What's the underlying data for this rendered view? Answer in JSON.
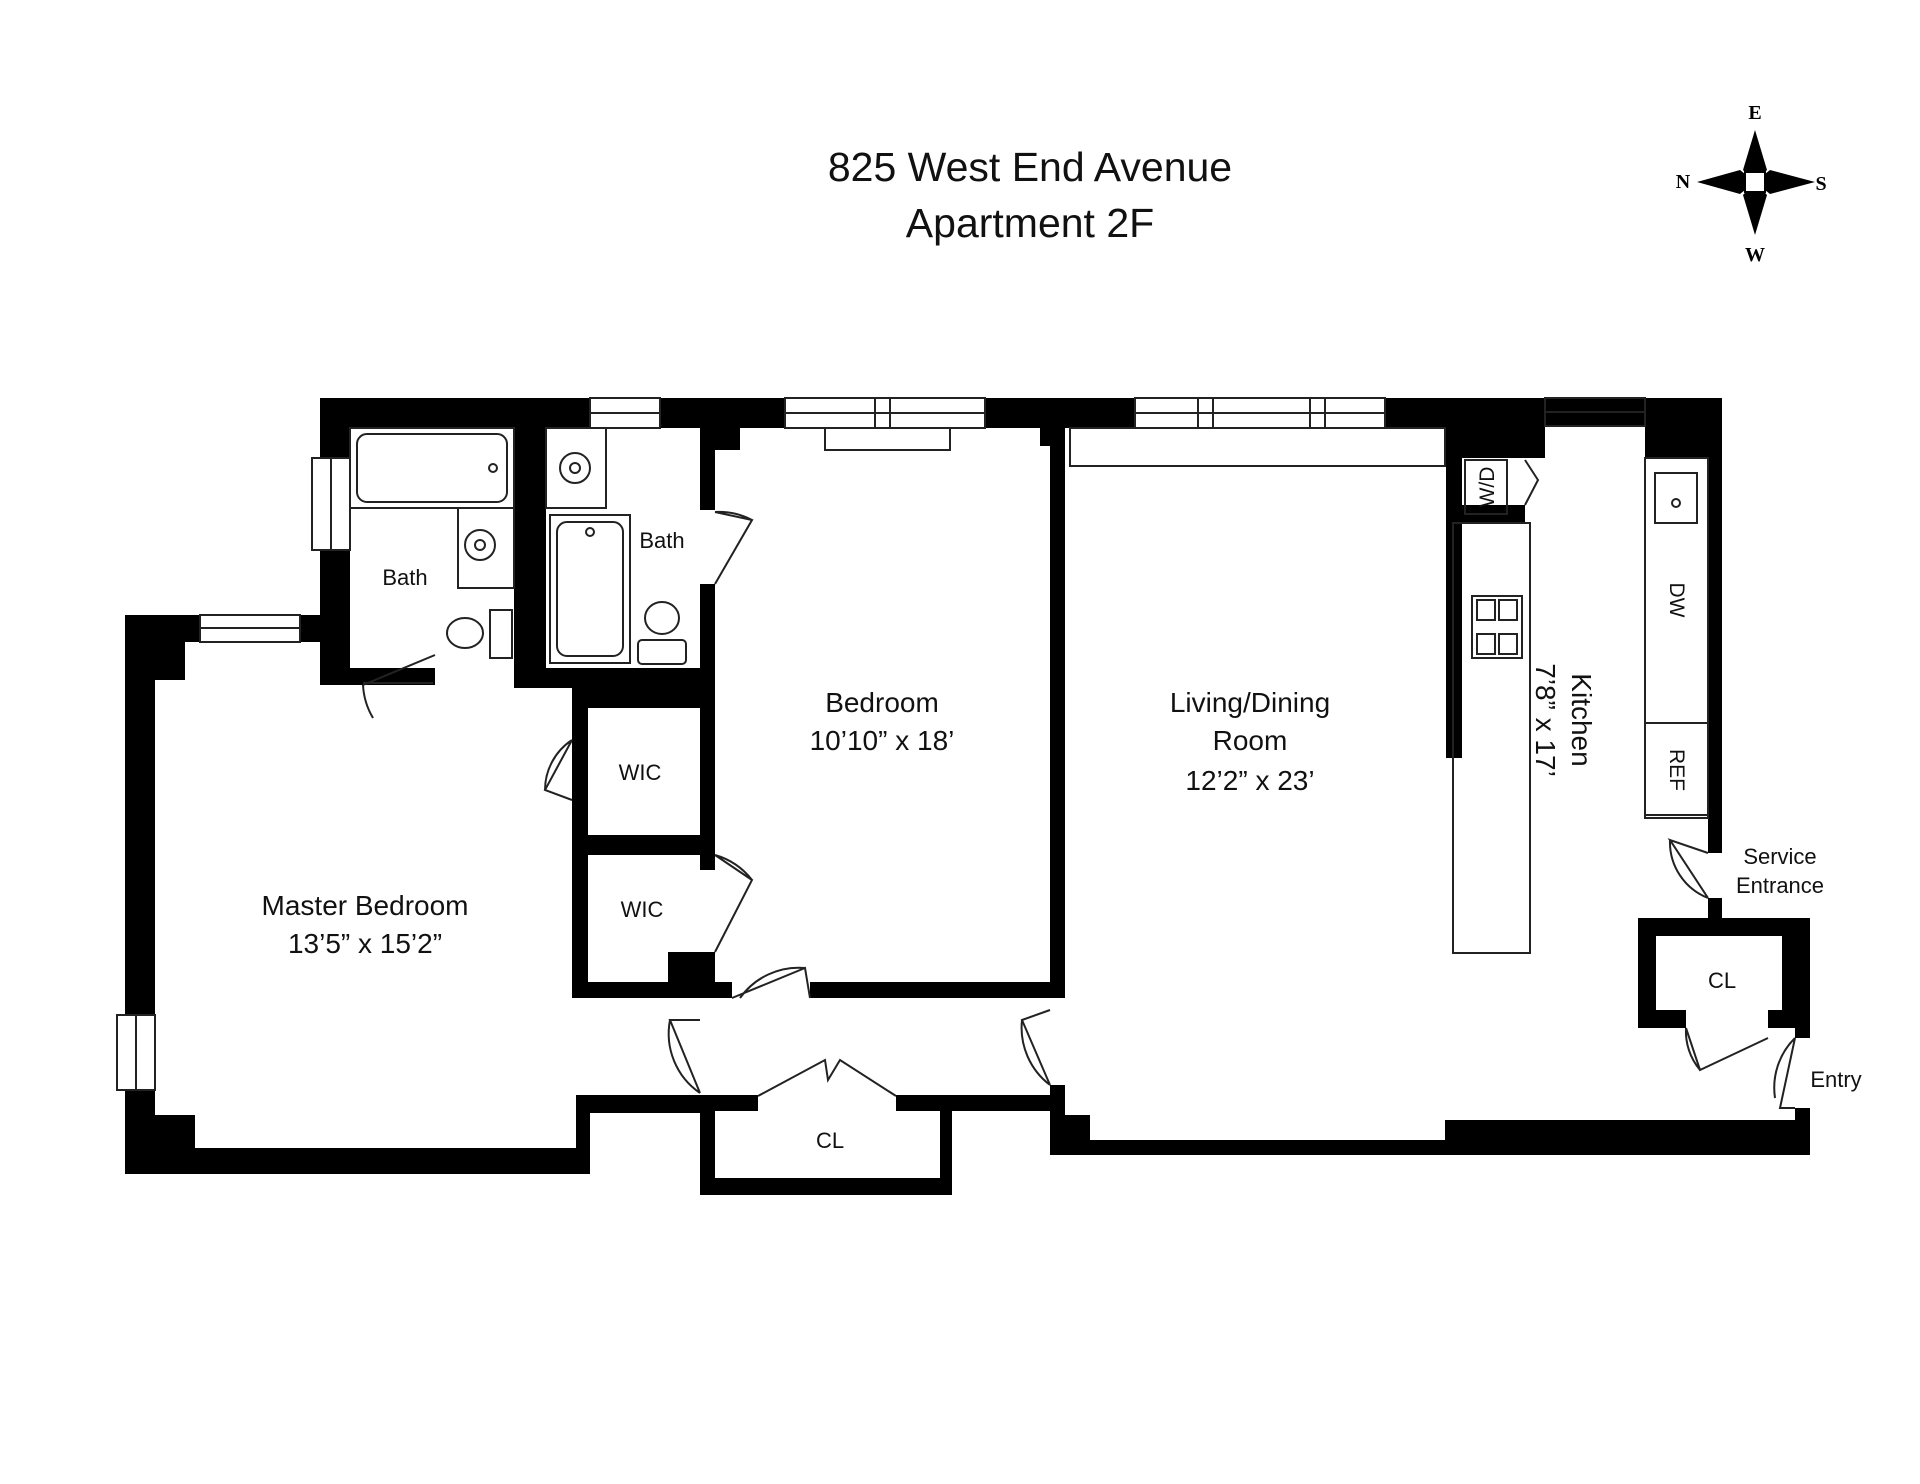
{
  "header": {
    "address": "825 West End Avenue",
    "unit": "Apartment 2F"
  },
  "compass": {
    "north": "N",
    "east": "E",
    "south": "S",
    "west": "W"
  },
  "rooms": {
    "master_bedroom": {
      "name": "Master Bedroom",
      "dims": "13’5” x 15’2”"
    },
    "bedroom": {
      "name": "Bedroom",
      "dims": "10’10” x 18’"
    },
    "living": {
      "name_line1": "Living/Dining",
      "name_line2": "Room",
      "dims": "12’2” x 23’"
    },
    "kitchen": {
      "name": "Kitchen",
      "dims": "7’8” x 17’"
    },
    "bath_1": {
      "name": "Bath"
    },
    "bath_2": {
      "name": "Bath"
    },
    "wic_1": {
      "name": "WIC"
    },
    "wic_2": {
      "name": "WIC"
    },
    "closet_1": {
      "name": "CL"
    },
    "closet_2": {
      "name": "CL"
    }
  },
  "labels": {
    "service_line1": "Service",
    "service_line2": "Entrance",
    "entry": "Entry"
  },
  "fixtures": {
    "wd": "W/D",
    "dw": "DW",
    "ref": "REF"
  }
}
